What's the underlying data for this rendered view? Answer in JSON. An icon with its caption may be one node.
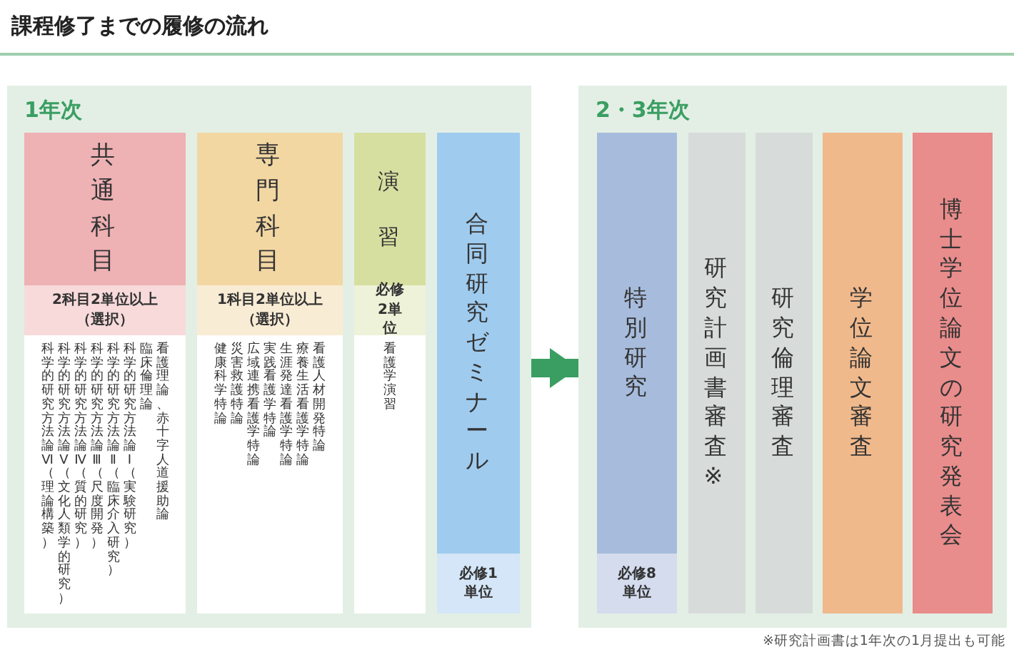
{
  "diagram": {
    "title": "課程修了までの履修の流れ",
    "nodes": [
      {
        "text": [
          "1年次"
        ]
      },
      {
        "text": [
          "共通科目",
          "2科目2単位以上（選択）",
          "看護理論、赤十字人道援助論",
          "臨床倫理論",
          "科学的研究方法論Ⅰ（実験研究）",
          "科学的研究方法論Ⅱ（臨床介入研究）",
          "科学的研究方法論Ⅲ（尺度開発）",
          "科学的研究方法論Ⅳ（質的研究）",
          "科学的研究方法論Ⅴ（文化人類学的研究）",
          "科学的研究方法論Ⅵ（理論構築）"
        ],
        "in": 0
      },
      {
        "text": [
          "専門科目",
          "1科目2単位以上（選択）",
          "看護人材開発特論",
          "療養生活看護学特論",
          "生涯発達看護学特論",
          "実践看護学特論",
          "広域連携看護学特論",
          "災害救護特論",
          "健康科学特論"
        ],
        "in": 0
      },
      {
        "text": [
          "演習",
          "必修2単位",
          "看護学演習"
        ],
        "in": 0
      },
      {
        "text": [
          "合同研究ゼミナール",
          "必修1単位"
        ],
        "in": 0
      },
      {
        "text": [
          "2・3年次"
        ]
      },
      {
        "text": [
          "特別研究",
          "必修8単位"
        ],
        "in": 5
      },
      {
        "text": [
          "研究計画書審査※"
        ],
        "in": 5
      },
      {
        "text": [
          "研究倫理審査"
        ],
        "in": 5
      },
      {
        "text": [
          "学位論文審査"
        ],
        "in": 5
      },
      {
        "text": [
          "博士学位論文の研究発表会"
        ],
        "in": 5
      }
    ],
    "edges": [
      {
        "from": 0,
        "to": 5,
        "arrow": "to"
      }
    ],
    "labels": [
      "※研究計画書は1年次の1月提出も可能"
    ]
  }
}
